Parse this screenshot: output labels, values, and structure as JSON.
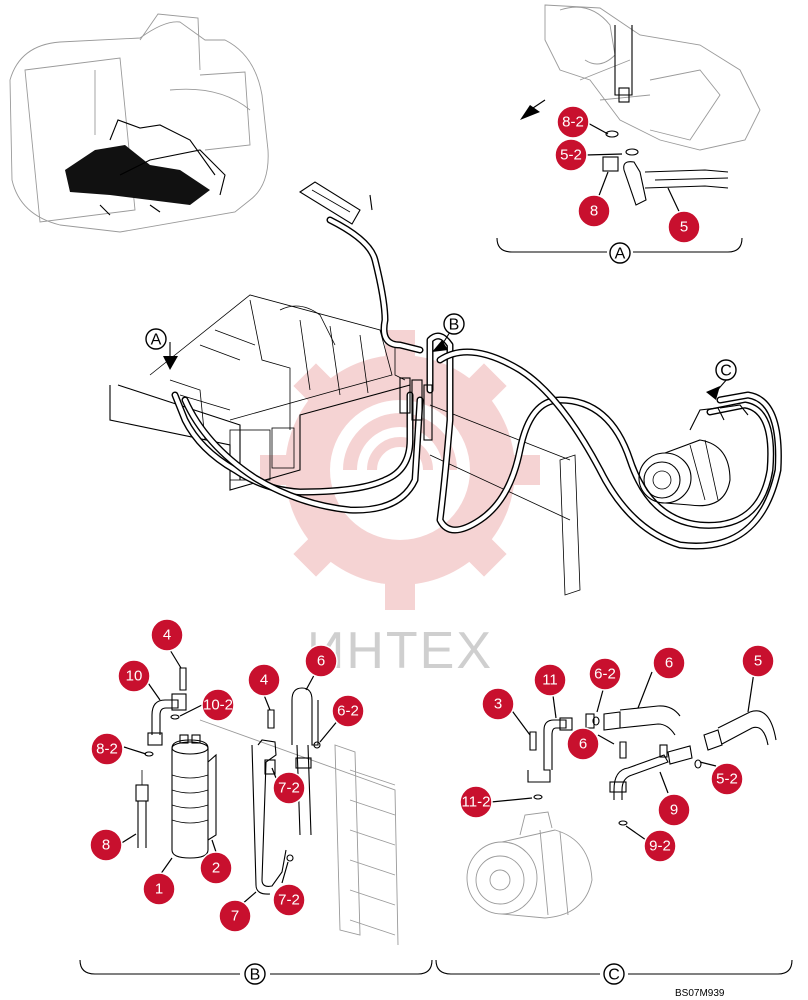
{
  "diagram": {
    "reference_code": "BS07M939",
    "watermark_text": "ИНТЕХ",
    "view_labels": {
      "A": "A",
      "B": "B",
      "C": "C"
    },
    "callouts_detail_A": [
      "8-2",
      "5-2",
      "8",
      "5"
    ],
    "callouts_detail_B": [
      "4",
      "10",
      "10-2",
      "8-2",
      "8",
      "1",
      "2",
      "4",
      "6",
      "6-2",
      "7-2",
      "7-2",
      "7"
    ],
    "callouts_detail_C": [
      "3",
      "11",
      "6-2",
      "6",
      "5",
      "6",
      "11-2",
      "9",
      "5-2",
      "9-2"
    ],
    "colors": {
      "callout_fill": "#c8102e",
      "watermark": "#e8b0b0",
      "line": "#000000"
    }
  }
}
